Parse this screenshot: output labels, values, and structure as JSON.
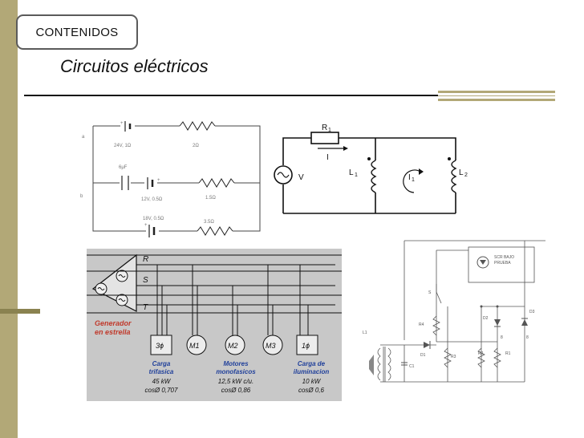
{
  "section_tab": {
    "label": "CONTENIDOS"
  },
  "title": "Circuitos eléctricos",
  "fig1": {
    "battery1": "24V, 1Ω",
    "res1": "2Ω",
    "cap": "6μF",
    "battery2": "12V, 0.5Ω",
    "res2": "1.5Ω",
    "battery3": "18V, 0.5Ω",
    "res3": "3.5Ω",
    "node_a": "a",
    "node_b": "b"
  },
  "fig2": {
    "r1": "R",
    "r1_sub": "1",
    "current": "I",
    "source": "V",
    "l1": "L",
    "l1_sub": "1",
    "i1": "I",
    "i1_sub": "1",
    "l2": "L",
    "l2_sub": "2"
  },
  "fig3": {
    "phase_r": "R",
    "phase_s": "S",
    "phase_t": "T",
    "generator": [
      "Generador",
      "en estrella"
    ],
    "boxes": [
      "3ϕ",
      "M1",
      "M2",
      "M3",
      "1ϕ"
    ],
    "load1": [
      "Carga",
      "trifasica",
      "45 kW",
      "cosØ 0,707"
    ],
    "load2": [
      "Motores",
      "monofasicos",
      "12,5 kW c/u.",
      "cosØ 0,86"
    ],
    "load3": [
      "Carga de",
      "iluminacion",
      "10 kW",
      "cosØ 0,6"
    ]
  },
  "fig4": {
    "box": [
      "SCR BAJO",
      "PRUEBA"
    ],
    "s": "S",
    "r4": "R4",
    "d1": "D1",
    "l1": "L1",
    "c1": "C1",
    "r3": "R3",
    "r2": "R2",
    "r1": "R1",
    "d2": "D2",
    "d3": "D3",
    "n8a": "8",
    "n8b": "8"
  },
  "colors": {
    "sidebar": "#b2a877",
    "generator_label": "#c0392b",
    "load_label": "#1f3f9a",
    "diagram_bg": "#c8c8c8"
  }
}
